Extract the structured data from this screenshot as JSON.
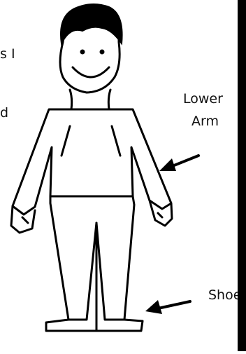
{
  "labels": {
    "lower_arm_line1": "Lower",
    "lower_arm_line2": "Arm",
    "shoe": "Shoe"
  },
  "cut_text": {
    "line1": "s I",
    "line2": "d"
  },
  "colors": {
    "ink": "#000000",
    "background": "#ffffff",
    "text": "#111111"
  }
}
